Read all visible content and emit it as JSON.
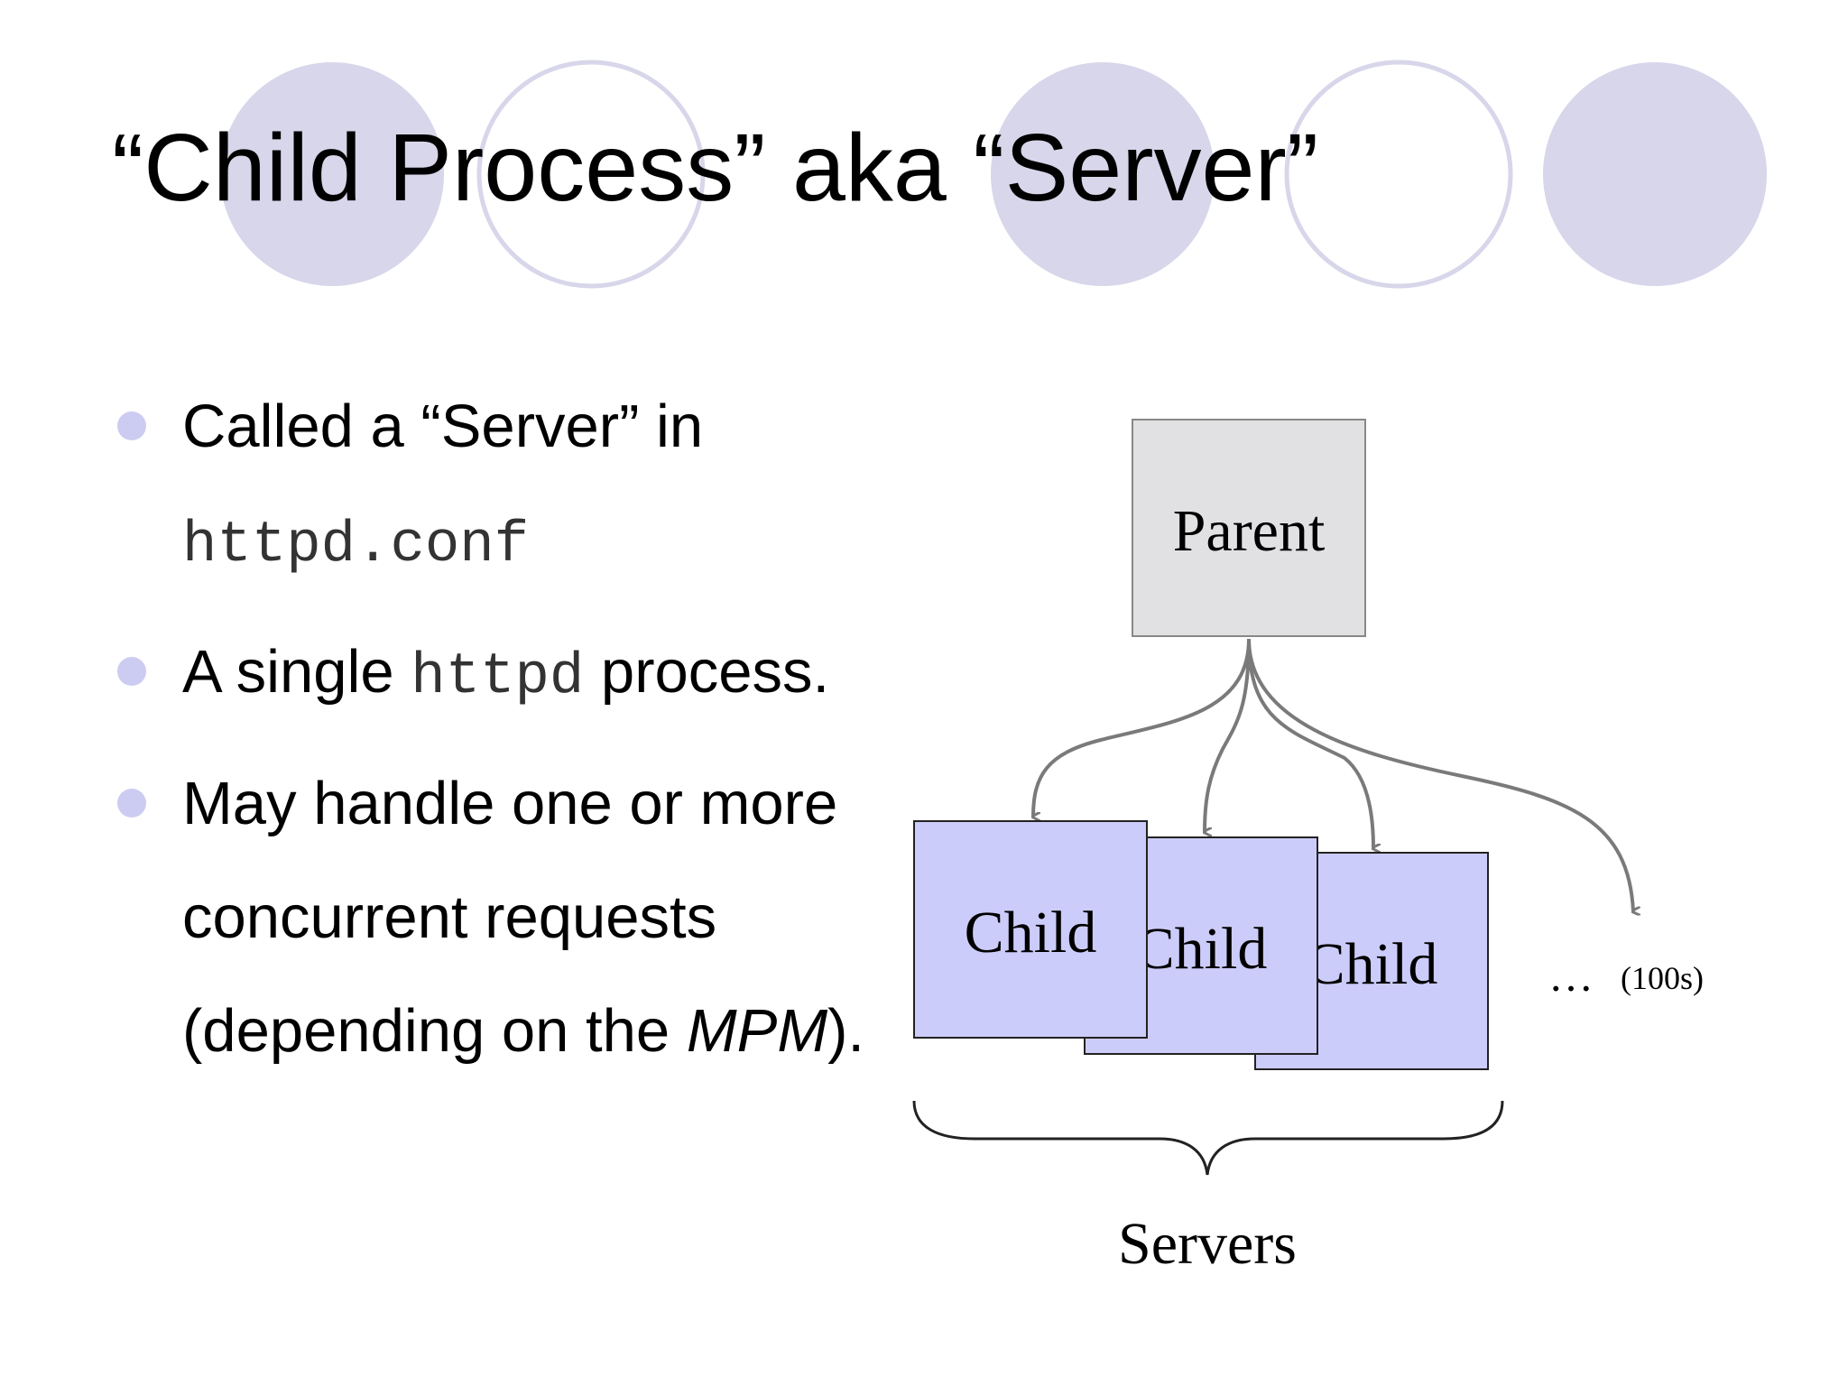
{
  "slide": {
    "title": "“Child Process” aka “Server”",
    "bullets": [
      {
        "text": "Called a “Server” in",
        "code": "httpd.conf"
      },
      {
        "before": "A single ",
        "code": "httpd",
        "after": " process."
      },
      {
        "before": "May handle one or more concurrent requests (depending on the ",
        "emphasis": "MPM",
        "after": ")."
      }
    ],
    "bullet_color": "#ccccf2",
    "decoration_color": "#d7d6ea"
  },
  "diagram": {
    "parent_label": "Parent",
    "child_labels": [
      "Child",
      "Child",
      "Child"
    ],
    "ellipsis_label": "…",
    "count_label": "(100s)",
    "group_label": "Servers",
    "parent_fill": "#e1e1e3",
    "child_fill": "#ccccfa"
  }
}
